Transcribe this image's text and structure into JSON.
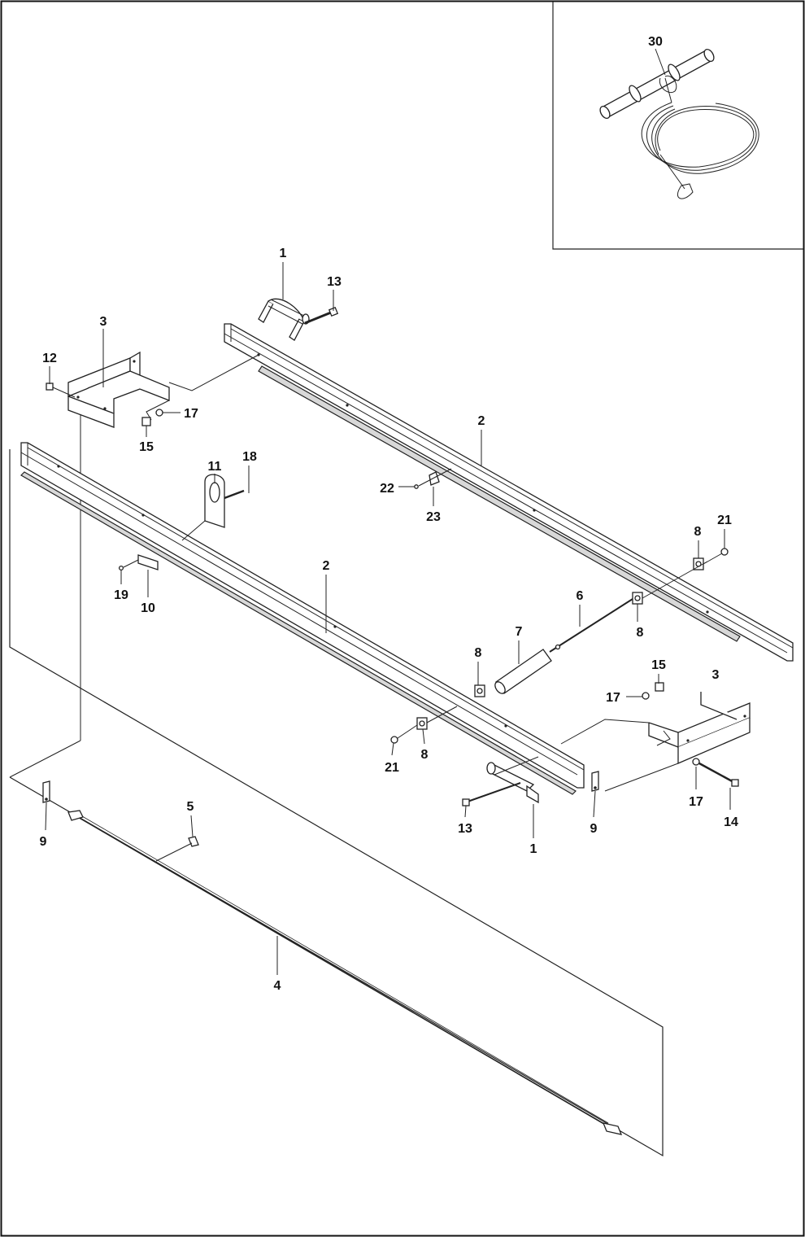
{
  "callouts": [
    {
      "id": "c30",
      "label": "30"
    },
    {
      "id": "c1a",
      "label": "1"
    },
    {
      "id": "c13a",
      "label": "13"
    },
    {
      "id": "c3a",
      "label": "3"
    },
    {
      "id": "c12",
      "label": "12"
    },
    {
      "id": "c17a",
      "label": "17"
    },
    {
      "id": "c15a",
      "label": "15"
    },
    {
      "id": "c2a",
      "label": "2"
    },
    {
      "id": "c11",
      "label": "11"
    },
    {
      "id": "c18",
      "label": "18"
    },
    {
      "id": "c22",
      "label": "22"
    },
    {
      "id": "c23",
      "label": "23"
    },
    {
      "id": "c8a",
      "label": "8"
    },
    {
      "id": "c21a",
      "label": "21"
    },
    {
      "id": "c19",
      "label": "19"
    },
    {
      "id": "c10",
      "label": "10"
    },
    {
      "id": "c2b",
      "label": "2"
    },
    {
      "id": "c6",
      "label": "6"
    },
    {
      "id": "c8b",
      "label": "8"
    },
    {
      "id": "c7",
      "label": "7"
    },
    {
      "id": "c8c",
      "label": "8"
    },
    {
      "id": "c15b",
      "label": "15"
    },
    {
      "id": "c3b",
      "label": "3"
    },
    {
      "id": "c17b",
      "label": "17"
    },
    {
      "id": "c21b",
      "label": "21"
    },
    {
      "id": "c8d",
      "label": "8"
    },
    {
      "id": "c5",
      "label": "5"
    },
    {
      "id": "c9a",
      "label": "9"
    },
    {
      "id": "c13b",
      "label": "13"
    },
    {
      "id": "c1b",
      "label": "1"
    },
    {
      "id": "c9b",
      "label": "9"
    },
    {
      "id": "c17c",
      "label": "17"
    },
    {
      "id": "c14",
      "label": "14"
    },
    {
      "id": "c4",
      "label": "4"
    }
  ]
}
